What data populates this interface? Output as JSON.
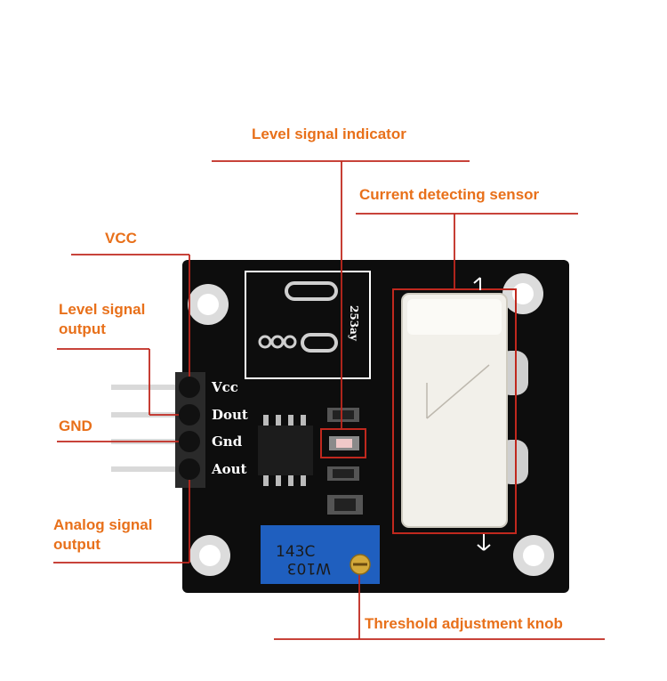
{
  "labels": {
    "level_signal_indicator": "Level signal indicator",
    "current_detecting_sensor": "Current detecting sensor",
    "vcc": "VCC",
    "level_signal_output_line1": "Level signal",
    "level_signal_output_line2": "output",
    "gnd": "GND",
    "analog_signal_output_line1": "Analog signal",
    "analog_signal_output_line2": "output",
    "threshold_adjustment_knob": "Threshold adjustment knob"
  },
  "board": {
    "pin_vcc": "Vcc",
    "pin_dout": "Dout",
    "pin_gnd": "Gnd",
    "pin_aout": "Aout",
    "pot_line1": "143C",
    "pot_line2": "W103",
    "reed_marking": "253ay"
  },
  "colors": {
    "label_text": "#e8701a",
    "callout_line": "#c0281e",
    "board": "#0d0d0d",
    "potentiometer": "#1f5fbf",
    "sensor": "#f2f0ea"
  }
}
